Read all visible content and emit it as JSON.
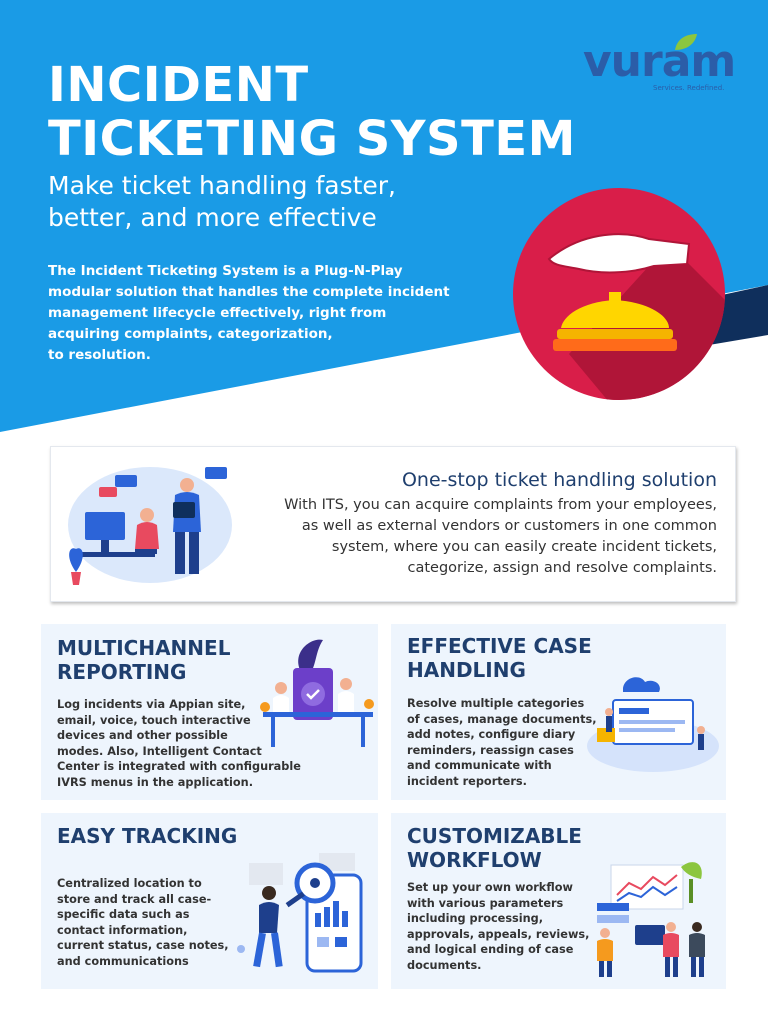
{
  "colors": {
    "hero_blue": "#1a9be6",
    "hero_dark": "#0f2f5c",
    "accent_red": "#d91e49",
    "heading_navy": "#1f3f6e",
    "card_bg": "#eef5fd",
    "logo_blue": "#2b5da8",
    "logo_green": "#8cc63f"
  },
  "hero": {
    "title_lines": [
      "INCIDENT",
      "TICKETING SYSTEM"
    ],
    "subtitle_lines": [
      "Make ticket handling faster,",
      "better, and more effective"
    ],
    "intro_lines": [
      "The Incident Ticketing System is a Plug-N-Play",
      "modular solution that handles the complete incident",
      "management lifecycle effectively, right from",
      "acquiring complaints, categorization,",
      "to resolution."
    ],
    "illustration_icon": "service-bell-icon"
  },
  "logo": {
    "wordmark": "vuram",
    "tagline": "Services. Redefined."
  },
  "one_stop": {
    "heading": "One-stop ticket handling solution",
    "body_lines": [
      "With ITS, you can acquire complaints from your employees,",
      "as well as external vendors or customers in one common",
      "system, where you can easily create incident tickets,",
      "categorize, assign and resolve complaints."
    ]
  },
  "cards": {
    "multichannel": {
      "title_lines": [
        "MULTICHANNEL",
        "REPORTING"
      ],
      "text_lines": [
        "Log incidents via Appian site,",
        "email, voice, touch interactive",
        "devices and other possible",
        "modes. Also, Intelligent Contact",
        "Center is integrated with configurable",
        "IVRS menus in the application."
      ]
    },
    "effective": {
      "title_lines": [
        "EFFECTIVE CASE",
        "HANDLING"
      ],
      "text_lines": [
        "Resolve multiple categories",
        "of cases, manage documents,",
        "add notes, configure diary",
        "reminders, reassign cases",
        "and  communicate with",
        "incident reporters."
      ]
    },
    "tracking": {
      "title_lines": [
        "EASY  TRACKING"
      ],
      "text_lines": [
        "Centralized location to",
        "store and track all case-",
        "specific data such as",
        "contact information,",
        "current status, case notes,",
        "and communications"
      ]
    },
    "workflow": {
      "title_lines": [
        "CUSTOMIZABLE",
        "WORKFLOW"
      ],
      "text_lines": [
        "Set up your own workflow",
        "with various parameters",
        "including processing,",
        "approvals, appeals, reviews,",
        "and logical ending of case",
        "documents."
      ]
    }
  }
}
